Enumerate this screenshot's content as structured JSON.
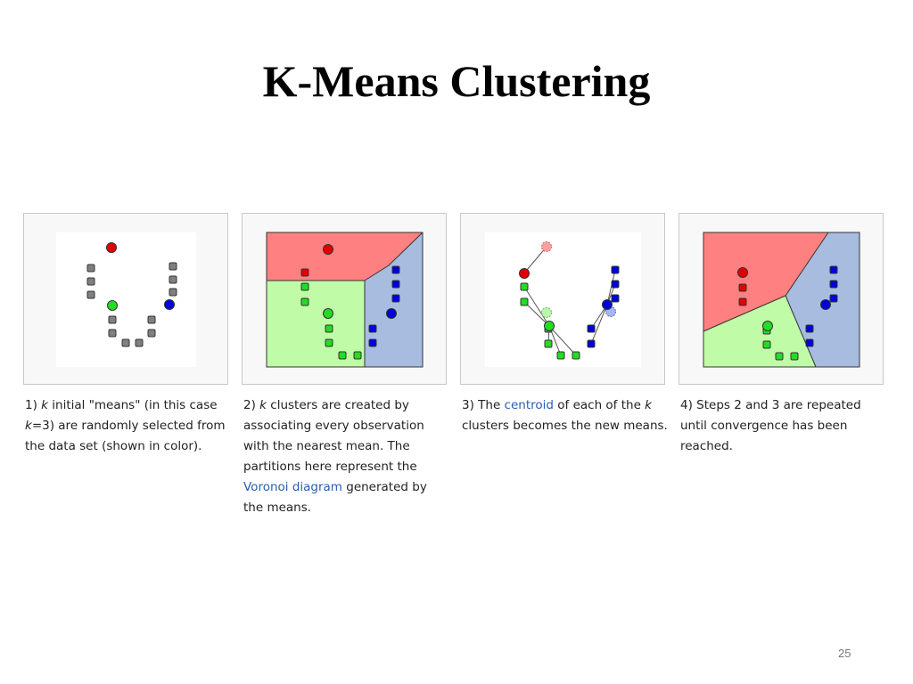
{
  "title": "K-Means Clustering",
  "page_number": "25",
  "colors": {
    "red": "#e00000",
    "green": "#22dd22",
    "blue": "#0000dd",
    "gray": "#808080",
    "region_red": "#ff8080",
    "region_green": "#c0fba8",
    "region_blue": "#a8bce0"
  },
  "steps": [
    {
      "c1": "1) ",
      "k1": "k",
      "c2": " initial \"means\" (in this case ",
      "k2": "k",
      "c3": "=3) are randomly selected from the data set (shown in color)."
    },
    {
      "c1": "2) ",
      "k1": "k",
      "c2": " clusters are created by associating every observation with the nearest mean. The partitions here represent the ",
      "link": "Voronoi diagram",
      "c3": " generated by the means."
    },
    {
      "c1": "3) The ",
      "link": "centroid",
      "c2": " of each of the ",
      "k1": "k",
      "c3": " clusters becomes the new means."
    },
    {
      "c1": "4) Steps 2 and 3 are repeated until convergence has been reached."
    }
  ]
}
